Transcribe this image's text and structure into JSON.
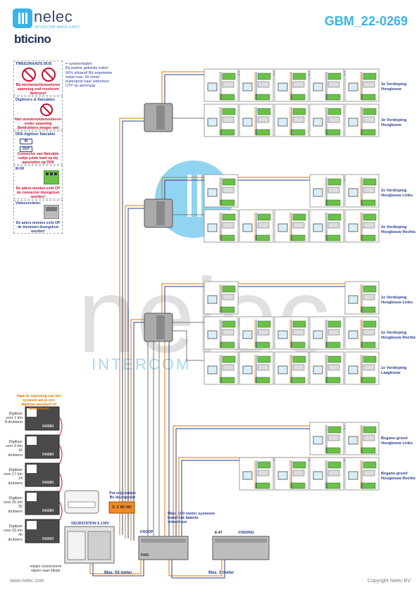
{
  "header": {
    "brand_name": "nelec",
    "brand_tagline": "INTERCOM MADE EASY",
    "partner_brand": "bticino",
    "doc_code": "GBM_22-0269"
  },
  "legend": {
    "two_wire": {
      "title": "TWEEDRAADS BUS",
      "warning": "Bij monteren/demonteren spanning eraf voorkomt defecten!"
    },
    "cable_note": {
      "label": "= systeemkabel",
      "text": "Bij andere getwiste kabel 66% afstand! Bij ongetwiste kabel max. 50 meter buitenpost naar videofoon. UTP op aanvraag"
    },
    "digitizer": {
      "title": "Digitizers & flatcables",
      "warning": "Niet monteren/demonteren onder spanning Beldrukkers mogen wel"
    },
    "dd6": {
      "title": "DD6 digitizer flatcable",
      "in_label": "IN",
      "out_label": "OUT",
      "note": "Connector van flatcable nokje juiste kant op bij aansluiten op DD6"
    },
    "m50": {
      "title": "M-50",
      "note": "De aders moeten echt OP de connector doorgelust worden!"
    },
    "videoverdeler": {
      "title": "Videoverdeler",
      "note": "De aders moeten echt OP de klemmen doorgelust worden!"
    }
  },
  "floors": [
    {
      "label": "3e Verdieping Hoogbouw"
    },
    {
      "label": "3e Verdieping Hoogbouw"
    },
    {
      "label": "2e Verdieping Hoogbouw Links"
    },
    {
      "label": "2e Verdieping Hoogbouw Rechts"
    },
    {
      "label": "1e Verdieping Hoogbouw Links"
    },
    {
      "label": "1e Verdieping Hoogbouw Rechts"
    },
    {
      "label": "1e Verdieping Laagbouw"
    },
    {
      "label": "Begane grond Hoogbouw Links"
    },
    {
      "label": "Begane grond Hoogbouw Rechts"
    }
  ],
  "entrance": {
    "voltage_warning": "Haal de spanning van het systeem als je een digitizer monteert of demonteert",
    "digitizers": [
      {
        "label": "Digitizer voor 1 t/m 8 drukkers"
      },
      {
        "label": "Digitizer voor 9 t/m 16 drukkers"
      },
      {
        "label": "Digitizer voor 17 t/m 24 drukkers"
      },
      {
        "label": "Digitizer voor 25 t/m 32 drukkers"
      },
      {
        "label": "Digitizer voor 33 t/m 40 drukkers"
      }
    ],
    "module_code": "346880",
    "last_module_code": "346893",
    "station_label": "DEURSTATION S-130V",
    "connector_note": "nokjes connectoren wijzen naar elkaar",
    "contact_label": "Pot.vrij contact Bv deuropener",
    "contact_terminals": "S- C NC NO"
  },
  "devices": {
    "knoop_label": "KNOOP",
    "knoop_code": "F441",
    "voeding_label": "VOEDING",
    "voeding_code": "E-47"
  },
  "distances": {
    "max50": "Max. 50 meter",
    "max2": "Max. 2 meter",
    "max100": "Max. 100 meter systeem-kabel tot laatste videofoon"
  },
  "footer": {
    "website": "www.nelec.com",
    "copyright": "Copyright Nelec BV"
  },
  "watermark": {
    "word": "nelec",
    "sub": "INTERCOM"
  }
}
